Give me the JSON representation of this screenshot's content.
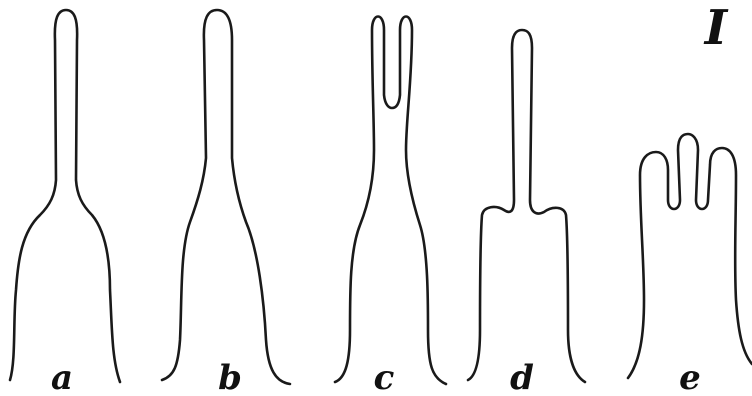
{
  "figure": {
    "plate_number": "I",
    "panels": [
      {
        "label": "a"
      },
      {
        "label": "b"
      },
      {
        "label": "c"
      },
      {
        "label": "d"
      },
      {
        "label": "e"
      }
    ]
  }
}
